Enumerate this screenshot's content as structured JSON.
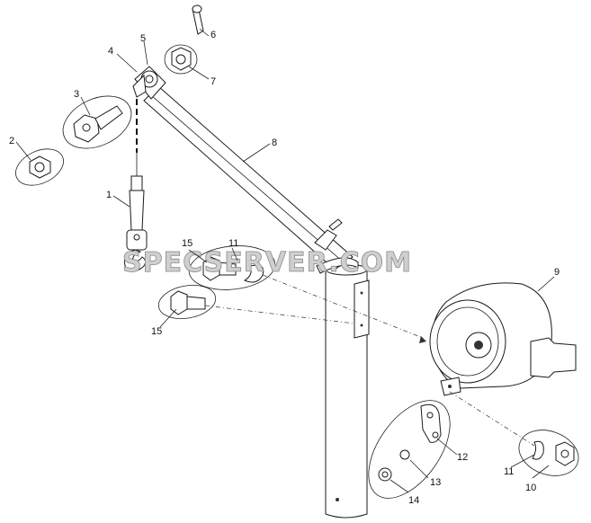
{
  "watermark": "SPECSERVER.COM",
  "callouts": {
    "c1": "1",
    "c2": "2",
    "c3": "3",
    "c4": "4",
    "c5": "5",
    "c6": "6",
    "c7": "7",
    "c8": "8",
    "c9": "9",
    "c10": "10",
    "c11a": "11",
    "c11b": "11",
    "c12": "12",
    "c13": "13",
    "c14": "14",
    "c15a": "15",
    "c15b": "15"
  }
}
